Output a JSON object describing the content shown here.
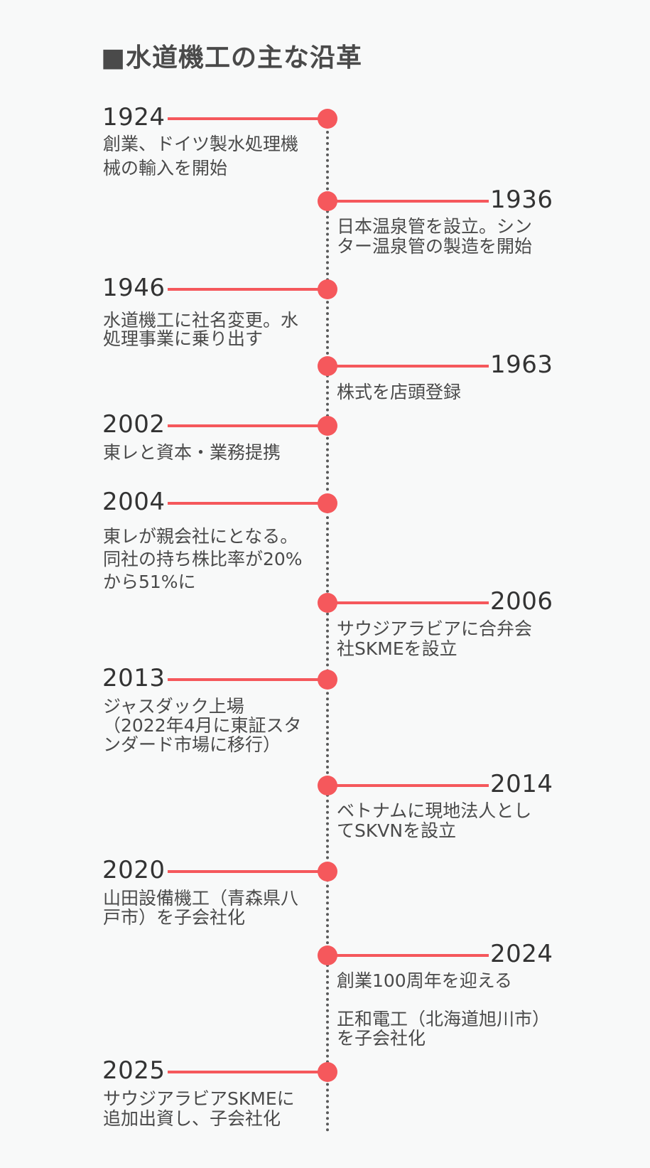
{
  "title": "■水道機工の主な沿革",
  "colors": {
    "accent": "#f5585c",
    "text": "#4a4a4a",
    "background": "#f8f9f9",
    "axis": "#5a5a5a"
  },
  "events": [
    {
      "year": "1924",
      "side": "left",
      "lines": [
        "創業、ドイツ製水処理機",
        "械の輸入を開始"
      ]
    },
    {
      "year": "1936",
      "side": "right",
      "lines": [
        "日本温泉管を設立。シン",
        "ター温泉管の製造を開始"
      ]
    },
    {
      "year": "1946",
      "side": "left",
      "lines": [
        "水道機工に社名変更。水",
        "処理事業に乗り出す"
      ]
    },
    {
      "year": "1963",
      "side": "right",
      "lines": [
        "株式を店頭登録"
      ]
    },
    {
      "year": "2002",
      "side": "left",
      "lines": [
        "東レと資本・業務提携"
      ]
    },
    {
      "year": "2004",
      "side": "left",
      "lines": [
        "東レが親会社にとなる。",
        "同社の持ち株比率が20%",
        "から51%に"
      ]
    },
    {
      "year": "2006",
      "side": "right",
      "lines": [
        "サウジアラビアに合弁会",
        "社SKMEを設立"
      ]
    },
    {
      "year": "2013",
      "side": "left",
      "lines": [
        "ジャスダック上場",
        "（2022年4月に東証スタ",
        "ンダード市場に移行）"
      ]
    },
    {
      "year": "2014",
      "side": "right",
      "lines": [
        "ベトナムに現地法人とし",
        "てSKVNを設立"
      ]
    },
    {
      "year": "2020",
      "side": "left",
      "lines": [
        "山田設備機工（青森県八",
        "戸市）を子会社化"
      ]
    },
    {
      "year": "2024",
      "side": "right",
      "lines": [
        "創業100周年を迎える",
        "",
        "正和電工（北海道旭川市）",
        "を子会社化"
      ]
    },
    {
      "year": "2025",
      "side": "left",
      "lines": [
        "サウジアラビアSKMEに",
        "追加出資し、子会社化"
      ]
    }
  ]
}
